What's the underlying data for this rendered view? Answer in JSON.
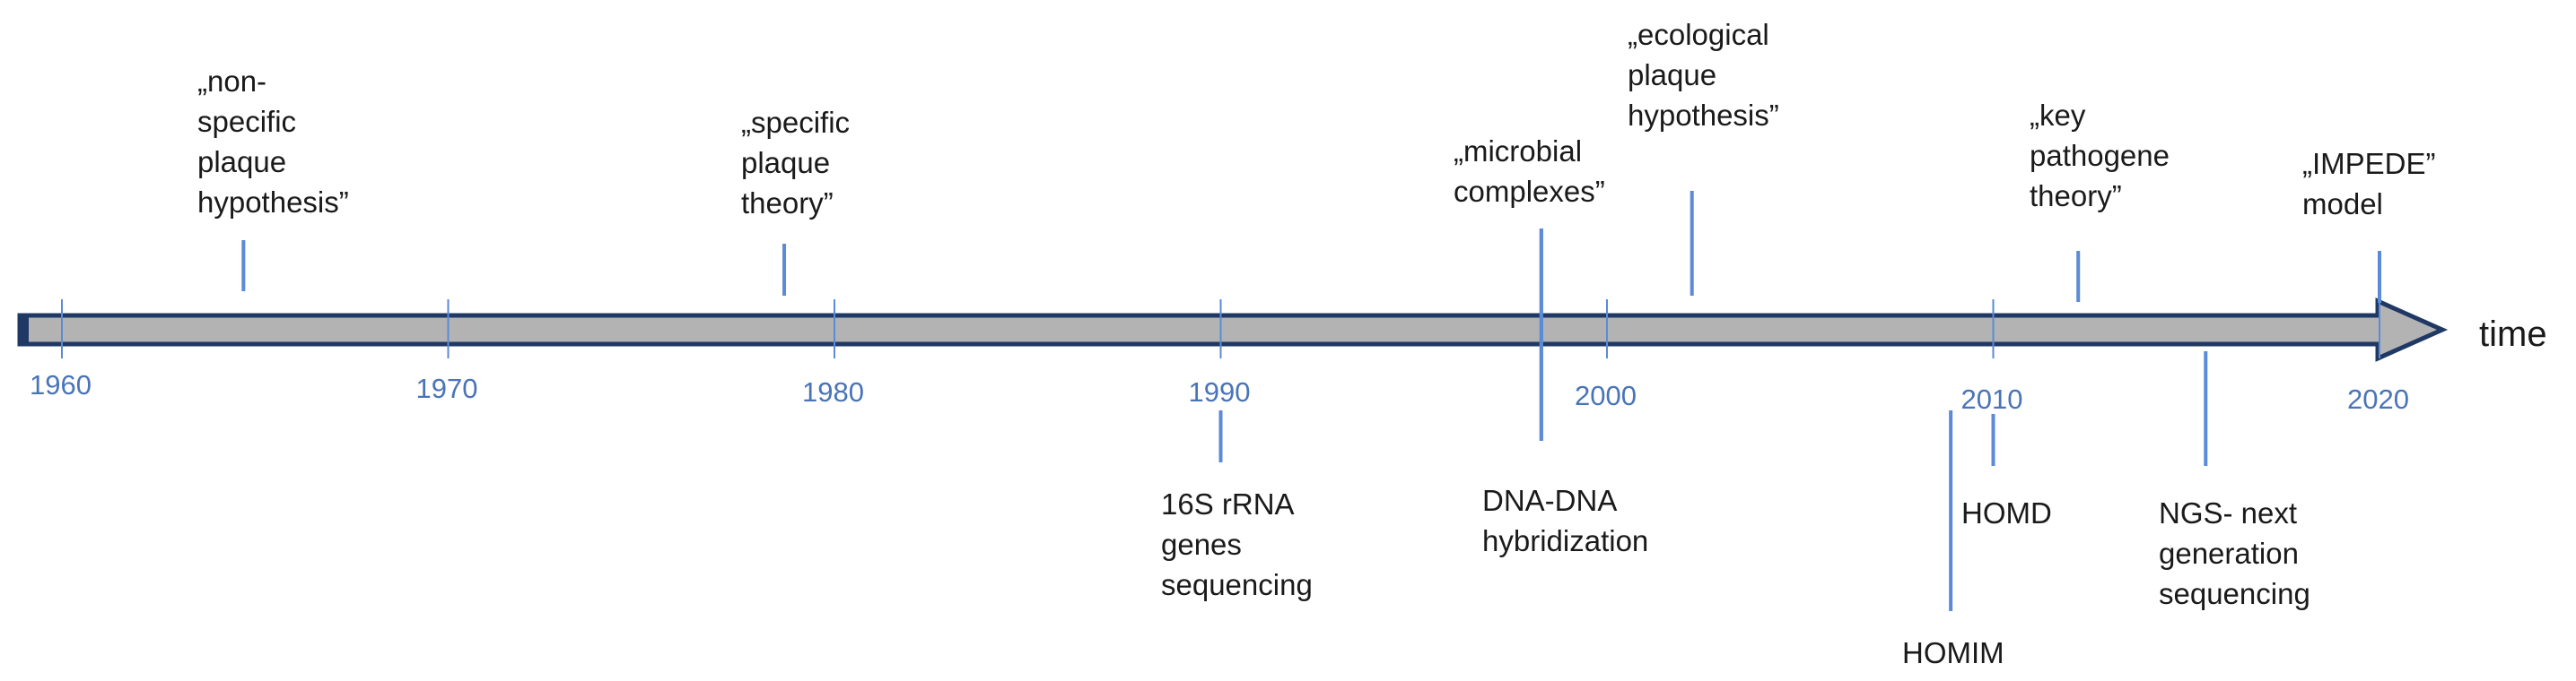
{
  "axis_label": "time",
  "years": [
    "1960",
    "1970",
    "1980",
    "1990",
    "2000",
    "2010",
    "2020"
  ],
  "events_above": [
    {
      "year": 1964.7,
      "label": "„non-\nspecific\nplaque\nhypothesis”"
    },
    {
      "year": 1978.7,
      "label": "„specific\nplaque\ntheory”"
    },
    {
      "year": 1998.3,
      "label": "„microbial\ncomplexes”"
    },
    {
      "year": 2002.2,
      "label": "„ecological\nplaque\nhypothesis”"
    },
    {
      "year": 2012.2,
      "label": "„key\npathogene\ntheory”"
    },
    {
      "year": 2020.0,
      "label": "„IMPEDE”\nmodel"
    }
  ],
  "events_below": [
    {
      "year": 1990.0,
      "label": "16S rRNA\ngenes\nsequencing"
    },
    {
      "year": 1998.3,
      "label": "DNA-DNA\nhybridization"
    },
    {
      "year": 2008.9,
      "label": "HOMIM"
    },
    {
      "year": 2010.0,
      "label": "HOMD"
    },
    {
      "year": 2015.5,
      "label": "NGS- next\ngeneration\nsequencing"
    }
  ],
  "colors": {
    "arrow_fill": "#b3b3b3",
    "arrow_border": "#1f3864",
    "tick": "#5b8bd6",
    "year_text": "#4a74b8"
  }
}
